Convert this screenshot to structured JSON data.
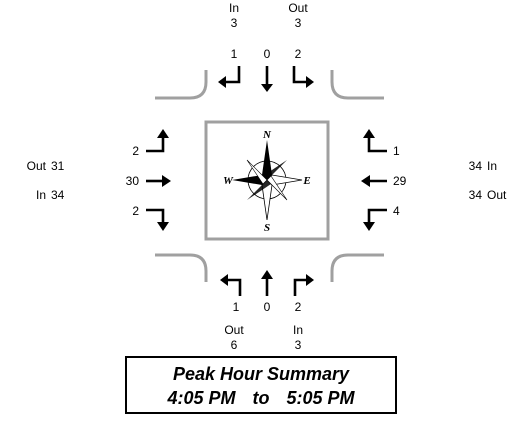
{
  "north": {
    "in_label": "In",
    "in_value": "3",
    "out_label": "Out",
    "out_value": "3",
    "right_turn": "1",
    "through": "0",
    "left_turn": "2"
  },
  "south": {
    "out_label": "Out",
    "out_value": "6",
    "in_label": "In",
    "in_value": "3",
    "left_turn": "1",
    "through": "0",
    "right_turn": "2"
  },
  "west": {
    "out_label": "Out",
    "out_value": "31",
    "in_label": "In",
    "in_value": "34",
    "left_turn": "2",
    "through": "30",
    "right_turn": "2"
  },
  "east": {
    "in_label": "In",
    "in_value": "34",
    "out_label": "Out",
    "out_value": "34",
    "right_turn": "1",
    "through": "29",
    "left_turn": "4"
  },
  "compass": {
    "n": "N",
    "s": "S",
    "e": "E",
    "w": "W"
  },
  "summary": {
    "title": "Peak Hour Summary",
    "start": "4:05 PM",
    "to": "to",
    "end": "5:05 PM"
  }
}
